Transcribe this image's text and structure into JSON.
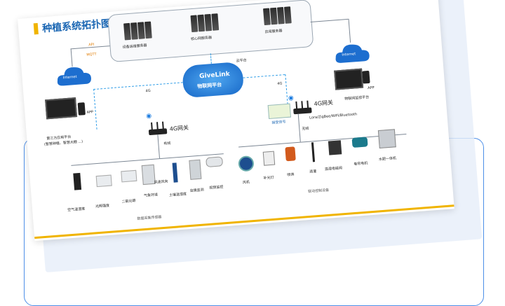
{
  "title": "种植系统拓扑图",
  "top_servers": [
    "设备运维服务器",
    "核心网服务器",
    "应用服务器"
  ],
  "protocols": [
    "API",
    "MQTT"
  ],
  "cloud_label": "云平台",
  "internet_left": "Internet",
  "internet_right": "Internet",
  "platform_name": "GiveLink",
  "platform_subtitle": "物联网平台",
  "link_4g_left": "4G",
  "link_4g_right": "4G",
  "gateway_left": "4G网关",
  "gateway_right": "4G网关",
  "display_label": "接受信号",
  "app_left": "APP",
  "app_right": "APP",
  "third_party": "第三方应用平台",
  "third_party_sub": "(智慧种植、智慧大棚 ...)",
  "iot_monitor": "物联网监控平台",
  "wired": "有线",
  "wireless": "无线",
  "wireless_protocols": "Lora/ZigBee/WiFi/Bluetooth",
  "sensors": [
    "空气温湿度",
    "光照强度",
    "二氧化碳",
    "气象环境",
    "土壤温湿度",
    "虫情监测",
    "视频监控"
  ],
  "sensor_extra": "风速风向",
  "sensor_group": "数据采集传感器",
  "controls": [
    "风机",
    "补光灯",
    "喷淋",
    "滴灌",
    "温湿电磁阀",
    "卷帘电机",
    "水肥一体机"
  ],
  "control_group": "联动控制设备",
  "colors": {
    "accent": "#1a66b3",
    "gold": "#f0b400",
    "frame": "#4d8fe8",
    "link": "#35a0e8"
  }
}
